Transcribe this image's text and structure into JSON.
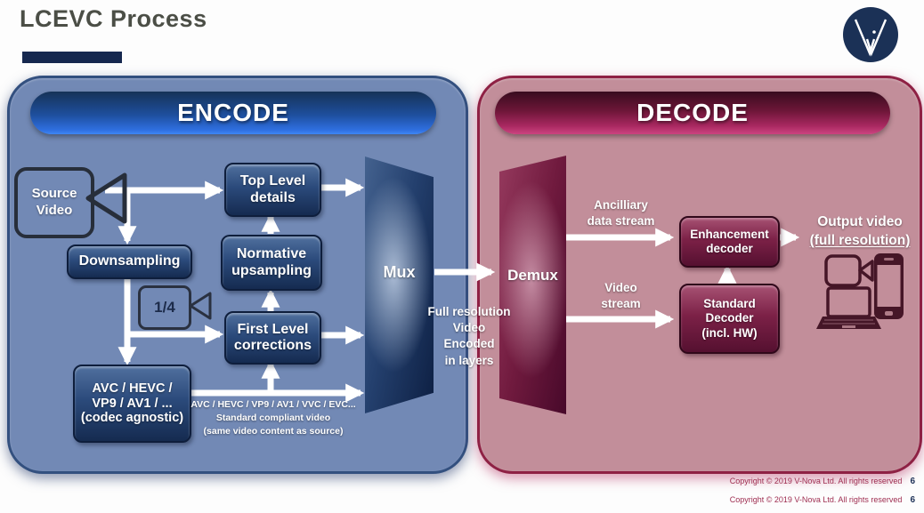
{
  "header": {
    "title": "LCEVC Process"
  },
  "encode": {
    "label": "ENCODE",
    "source_video": "Source\nVideo",
    "top_level": "Top Level\ndetails",
    "downsampling": "Downsampling",
    "quarter_scale": "1/4",
    "normative_upsampling": "Normative\nupsampling",
    "first_level": "First Level\ncorrections",
    "codec_agnostic": "AVC / HEVC /\nVP9 / AV1 / ...\n(codec agnostic)",
    "mux": "Mux",
    "compliant_note": "AVC / HEVC / VP9 /  AV1 / VVC / EVC...\nStandard compliant video\n(same video content as source)"
  },
  "transport": {
    "full_res_note": "Full resolution\nVideo\nEncoded\nin layers"
  },
  "decode": {
    "label": "DECODE",
    "demux": "Demux",
    "ancillary_stream": "Ancilliary\ndata stream",
    "video_stream": "Video\nstream",
    "enhancement_decoder": "Enhancement\ndecoder",
    "standard_decoder": "Standard\nDecoder\n(incl. HW)",
    "output_title": "Output video",
    "output_subtitle": "(full resolution)"
  },
  "footer": {
    "rows": [
      {
        "copyright": "Copyright © 2019 V-Nova Ltd. All rights reserved",
        "page": "6"
      },
      {
        "copyright": "Copyright © 2019 V-Nova Ltd. All rights reserved",
        "page": "6"
      }
    ]
  },
  "colors": {
    "encode_panel": "#7289b5",
    "encode_border": "#33507f",
    "encode_header_top": "#163257",
    "encode_header_bottom": "#2f6fe0",
    "navy_box": "#1c3357",
    "decode_panel": "#c28e9a",
    "decode_border": "#8e2144",
    "decode_header_top": "#380c1e",
    "decode_header_bottom": "#c23d76",
    "maroon_box": "#6d1638",
    "arrow": "#ffffff",
    "title_text": "#4b4e46",
    "accent_bar": "#16284f",
    "logo_navy": "#1b3156",
    "copyright_text": "#9e2d50",
    "page_number": "#1d3157"
  }
}
